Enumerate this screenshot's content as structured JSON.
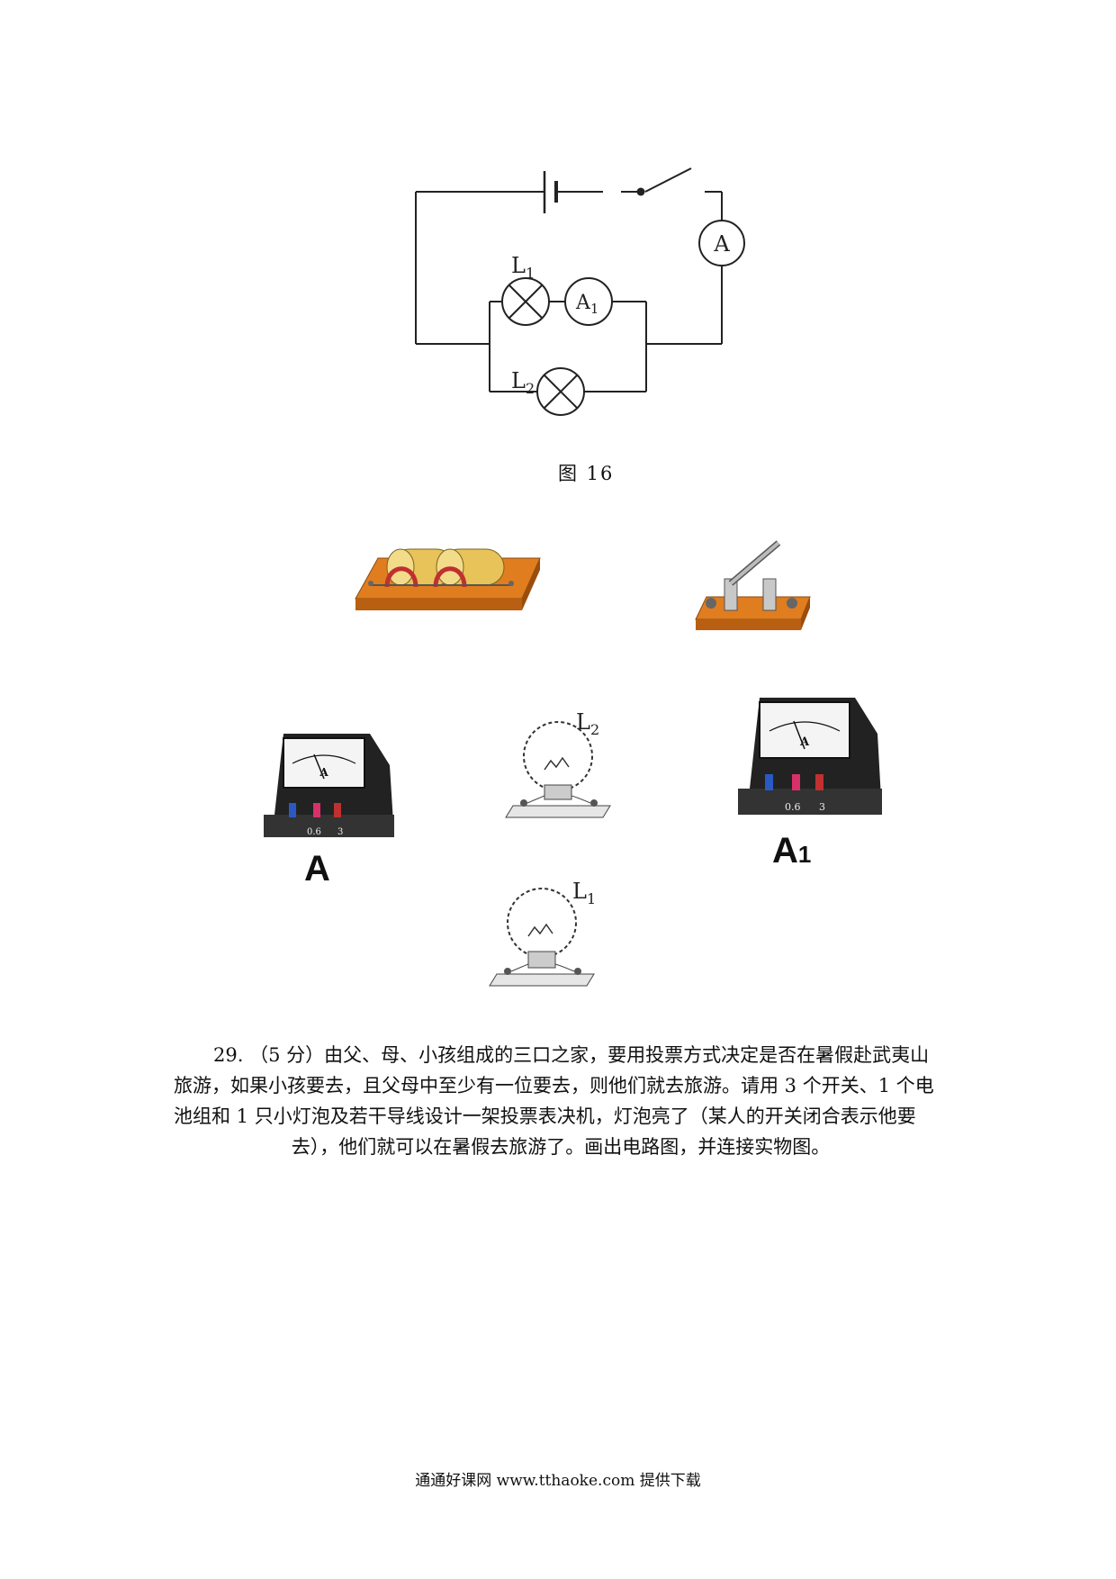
{
  "circuit": {
    "lamp1_label": "L",
    "lamp1_sub": "1",
    "lamp2_label": "L",
    "lamp2_sub": "2",
    "ammeter_main_label": "A",
    "ammeter1_label": "A",
    "ammeter1_sub": "1"
  },
  "figure_caption": "图 16",
  "apparatus": {
    "ammeter_left_label": "A",
    "ammeter_right_label": "A",
    "ammeter_right_sub": "1",
    "bulb_top_label": "L",
    "bulb_top_sub": "2",
    "bulb_bottom_label": "L",
    "bulb_bottom_sub": "1",
    "terminal_labels": [
      "0.6",
      "3"
    ],
    "meter_face_letter": "A"
  },
  "question": {
    "text_line1": "29. （5 分）由父、母、小孩组成的三口之家，要用投票方式决定是否在暑假赴武夷山",
    "text_line2": "旅游，如果小孩要去，且父母中至少有一位要去，则他们就去旅游。请用 3 个开关、1 个电",
    "text_line3": "池组和 1 只小灯泡及若干导线设计一架投票表决机，灯泡亮了（某人的开关闭合表示他要",
    "text_line4": "去），他们就可以在暑假去旅游了。画出电路图，并连接实物图。"
  },
  "footer": "通通好课网  www.tthaoke.com  提供下载"
}
